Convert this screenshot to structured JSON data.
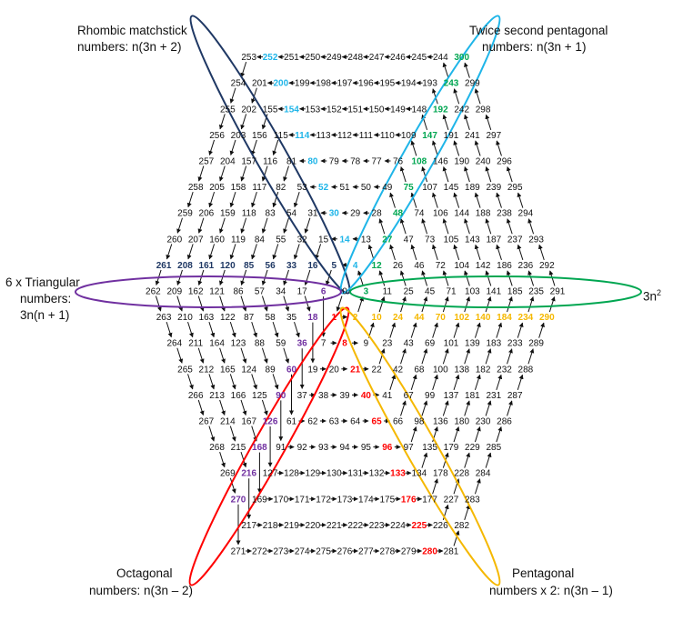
{
  "labels": {
    "rhombic_1": "Rhombic matchstick",
    "rhombic_2": "numbers: n(3n + 2)",
    "twice_1": "Twice second pentagonal",
    "twice_2": "numbers: n(3n + 1)",
    "triangular_1": "6 x Triangular",
    "triangular_2": "numbers:",
    "triangular_3": "3n(n + 1)",
    "three_n_sq_base": "3n",
    "three_n_sq_exp": "2",
    "octagonal_1": "Octagonal",
    "octagonal_2": "numbers: n(3n – 2)",
    "pentagonal_1": "Pentagonal",
    "pentagonal_2": "numbers x 2: n(3n – 1)"
  },
  "colors": {
    "default": "#111111",
    "rhombic": "#1f3864",
    "twice_pentagonal": "#1fb5e8",
    "triangular": "#7030a0",
    "three_n_squared": "#00a651",
    "octagonal": "#ff0000",
    "pentagonal": "#f5b800",
    "arrow": "#111111"
  },
  "spiral": {
    "description_free": true,
    "start": 0,
    "end": 300,
    "highlights": {
      "rhombic": [
        5,
        16,
        33,
        56,
        85,
        120,
        161,
        208,
        261
      ],
      "twice_pentagonal": [
        4,
        14,
        30,
        52,
        80,
        114,
        154,
        200,
        252
      ],
      "triangular": [
        6,
        18,
        36,
        60,
        90,
        126,
        168,
        216,
        270
      ],
      "three_n_squared": [
        3,
        12,
        27,
        48,
        75,
        108,
        147,
        192,
        243,
        300
      ],
      "octagonal": [
        1,
        8,
        21,
        40,
        65,
        96,
        133,
        176,
        225,
        280
      ],
      "pentagonal": [
        2,
        10,
        24,
        44,
        70,
        102,
        140,
        184,
        234,
        290
      ]
    },
    "ring_11_overlap": [
      262,
      291
    ]
  }
}
